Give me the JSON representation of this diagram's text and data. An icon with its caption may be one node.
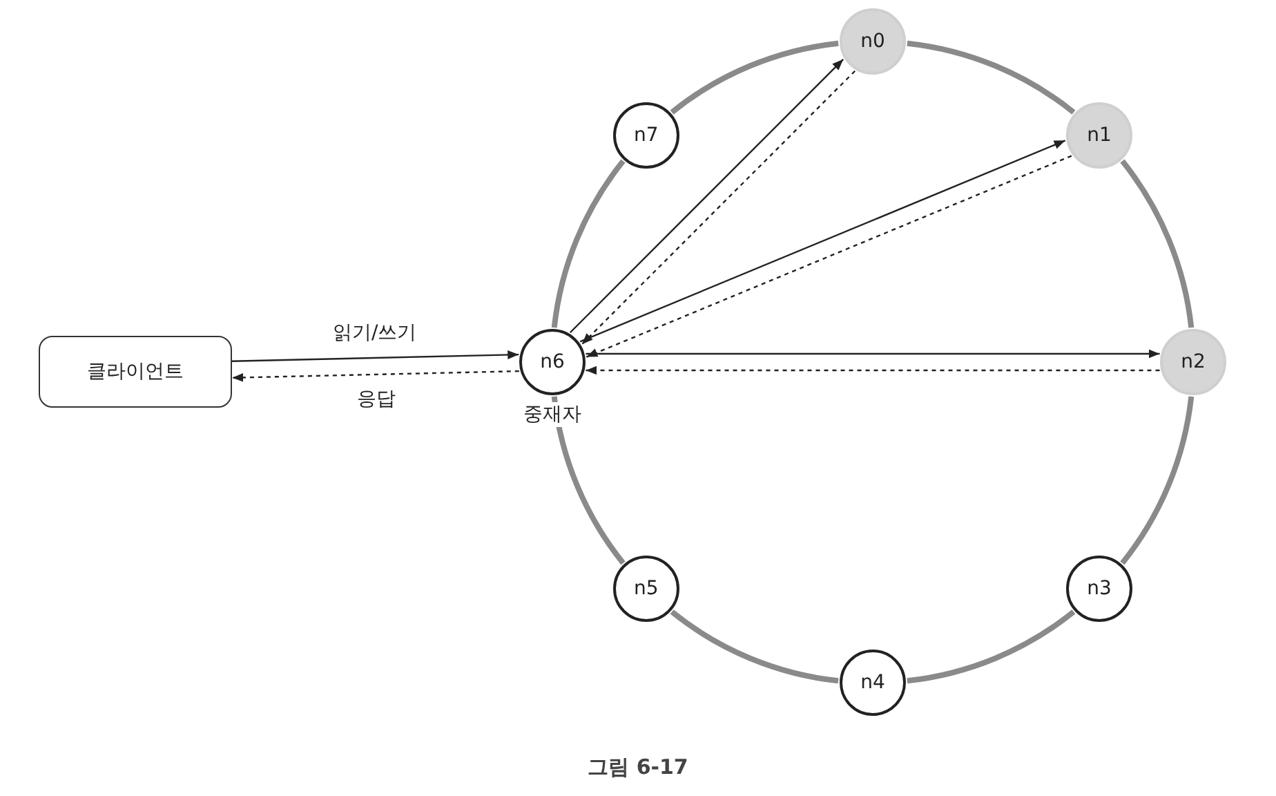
{
  "diagram": {
    "caption": "그림 6-17",
    "nodes": [
      {
        "text": [
          "클라이언트"
        ]
      },
      {
        "text": [
          "n0"
        ]
      },
      {
        "text": [
          "n7"
        ]
      },
      {
        "text": [
          "n1"
        ]
      },
      {
        "text": [
          "n6"
        ],
        "beside": [
          "중재자"
        ]
      },
      {
        "text": [
          "n2"
        ]
      },
      {
        "text": [
          "n5"
        ]
      },
      {
        "text": [
          "n3"
        ]
      },
      {
        "text": [
          "n4"
        ]
      }
    ],
    "edges": [
      {
        "from": 0,
        "to": 4,
        "arrow": "to",
        "label": "읽기/쓰기"
      },
      {
        "from": 4,
        "to": 0,
        "arrow": "to",
        "style": "dashed",
        "label": "응답"
      },
      {
        "from": 4,
        "to": 1,
        "arrow": "to"
      },
      {
        "from": 1,
        "to": 4,
        "arrow": "to",
        "style": "dashed"
      },
      {
        "from": 4,
        "to": 3,
        "arrow": "to"
      },
      {
        "from": 3,
        "to": 4,
        "arrow": "to",
        "style": "dashed"
      },
      {
        "from": 4,
        "to": 5,
        "arrow": "to"
      },
      {
        "from": 5,
        "to": 4,
        "arrow": "to",
        "style": "dashed"
      },
      {
        "from": 1,
        "to": 3,
        "arrow": "none",
        "style": "thick",
        "color": "#8a8a8a"
      },
      {
        "from": 3,
        "to": 5,
        "arrow": "none",
        "style": "thick",
        "color": "#8a8a8a"
      },
      {
        "from": 5,
        "to": 7,
        "arrow": "none",
        "style": "thick",
        "color": "#8a8a8a"
      },
      {
        "from": 7,
        "to": 8,
        "arrow": "none",
        "style": "thick",
        "color": "#8a8a8a"
      },
      {
        "from": 8,
        "to": 6,
        "arrow": "none",
        "style": "thick",
        "color": "#8a8a8a"
      },
      {
        "from": 6,
        "to": 4,
        "arrow": "none",
        "style": "thick",
        "color": "#8a8a8a"
      },
      {
        "from": 4,
        "to": 2,
        "arrow": "none",
        "style": "thick",
        "color": "#8a8a8a"
      },
      {
        "from": 2,
        "to": 1,
        "arrow": "none",
        "style": "thick",
        "color": "#8a8a8a"
      }
    ]
  }
}
